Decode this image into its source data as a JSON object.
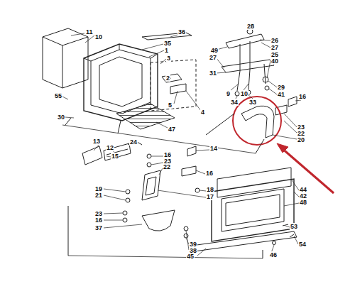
{
  "diagram": {
    "labels": [
      "11",
      "10",
      "35",
      "1",
      "36",
      "3",
      "28",
      "26",
      "49",
      "27",
      "27",
      "25",
      "40",
      "31",
      "9",
      "10",
      "2",
      "5",
      "4",
      "29",
      "41",
      "34",
      "33",
      "55",
      "30",
      "16",
      "47",
      "23",
      "22",
      "20",
      "13",
      "12",
      "24",
      "14",
      "16",
      "23",
      "15",
      "22",
      "16",
      "19",
      "21",
      "18",
      "17",
      "23",
      "16",
      "37",
      "44",
      "42",
      "48",
      "39",
      "38",
      "53",
      "45",
      "46",
      "54"
    ]
  }
}
